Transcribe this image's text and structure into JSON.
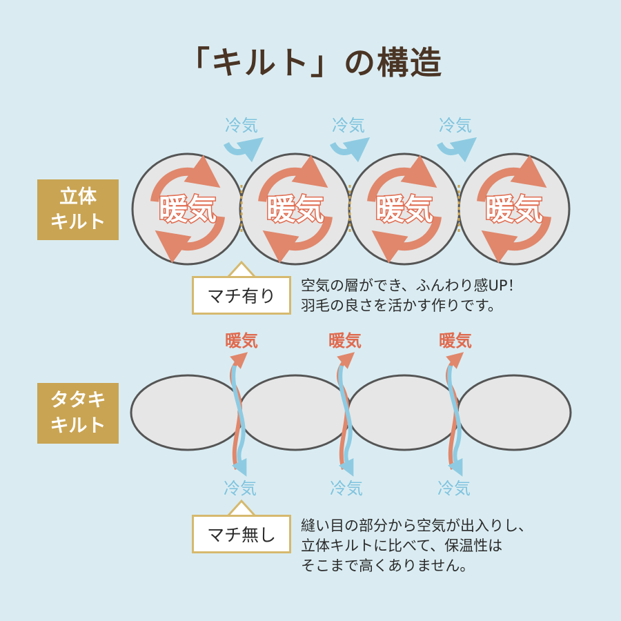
{
  "title": "「キルト」の構造",
  "colors": {
    "background": "#daecf2",
    "label_bg": "#c9a453",
    "warm": "#e06a4e",
    "cold": "#7fc3de",
    "callout_border": "#d6b96e"
  },
  "section1": {
    "label": "立体\nキルト",
    "cold_labels": [
      "冷気",
      "冷気",
      "冷気"
    ],
    "inner_labels": [
      "暖気",
      "暖気",
      "暖気",
      "暖気"
    ],
    "callout": "マチ有り",
    "description": "空気の層ができ、ふんわり感UP！\n羽毛の良さを活かす作りです。"
  },
  "section2": {
    "label": "タタキ\nキルト",
    "warm_labels": [
      "暖気",
      "暖気",
      "暖気"
    ],
    "cold_labels": [
      "冷気",
      "冷気",
      "冷気"
    ],
    "callout": "マチ無し",
    "description": "縫い目の部分から空気が出入りし、\n立体キルトに比べて、保温性は\nそこまで高くありません。"
  },
  "icons": {
    "cold_arrow": "curved-arrow-icon",
    "warm_cycle": "circular-arrows-icon",
    "air_flow": "wavy-arrow-icon"
  }
}
